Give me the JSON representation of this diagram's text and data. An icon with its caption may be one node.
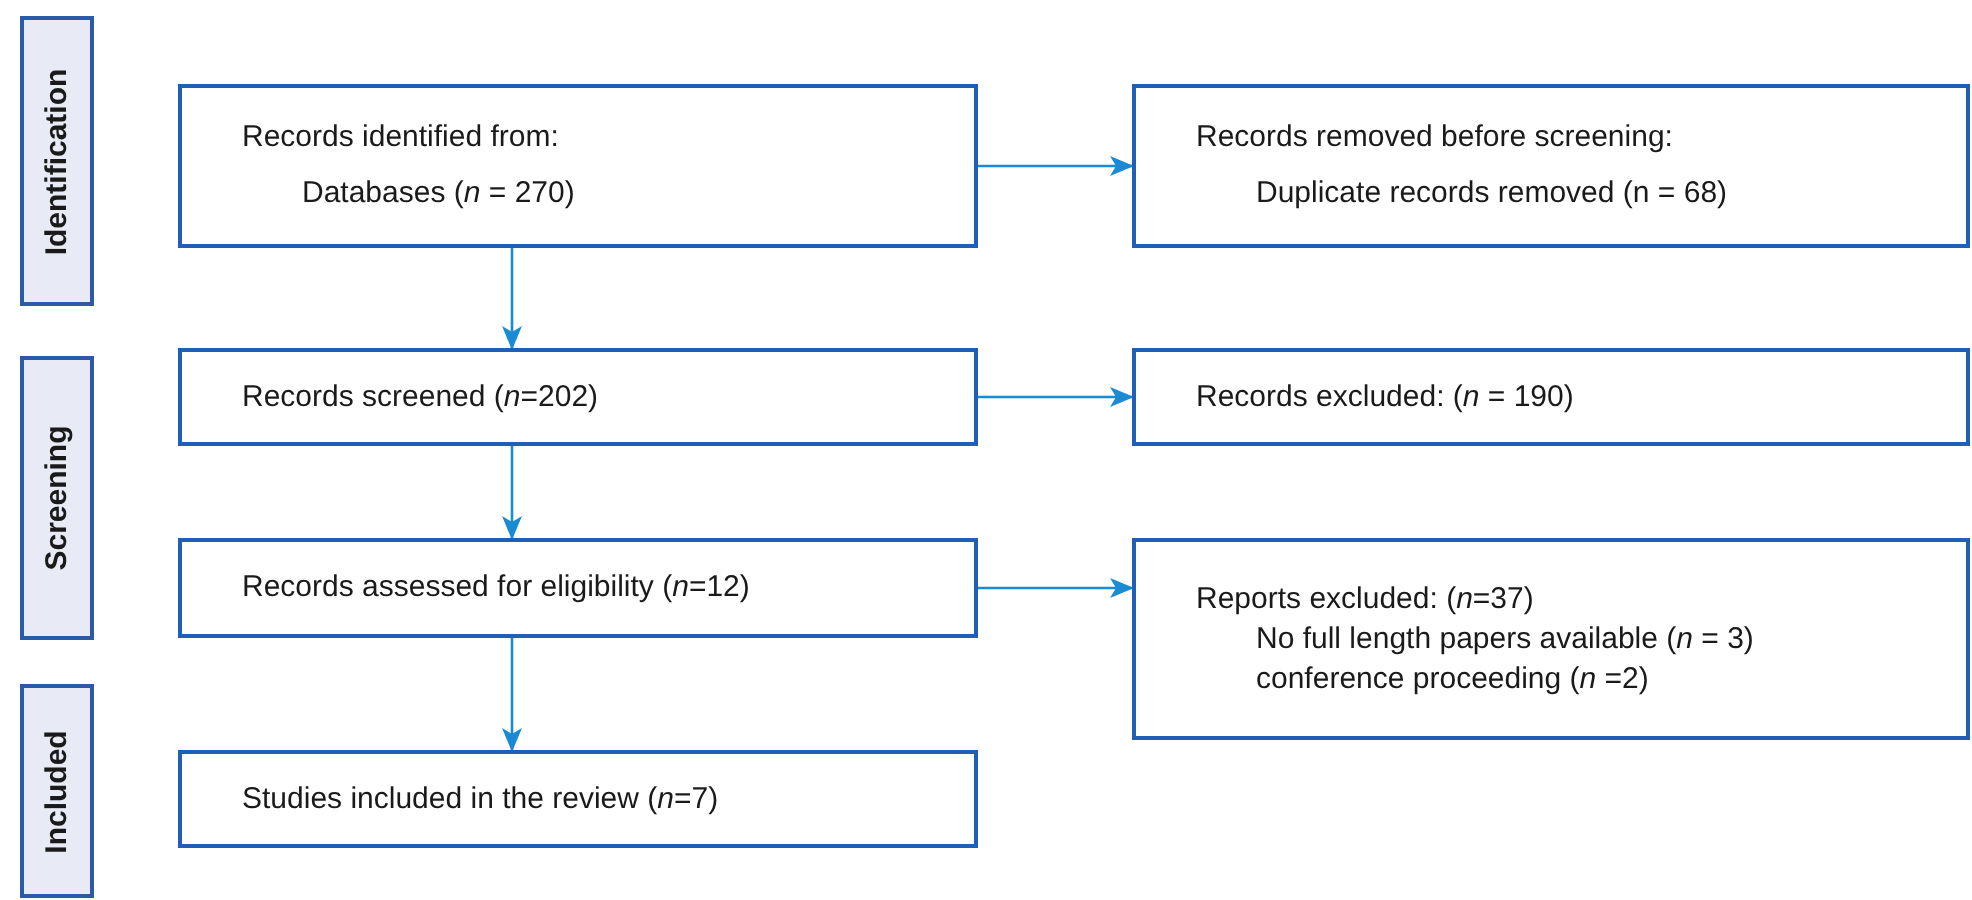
{
  "diagram": {
    "nodes": [
      {
        "text": [
          "Identification"
        ]
      },
      {
        "text": [
          "Screening"
        ]
      },
      {
        "text": [
          "Included"
        ]
      },
      {
        "text": [
          "Records identified from:",
          "Databases (*n* = 270)"
        ]
      },
      {
        "text": [
          "Records removed before screening:",
          "Duplicate records removed (n = 68)"
        ]
      },
      {
        "text": [
          "Records screened (*n*=202)"
        ]
      },
      {
        "text": [
          "Records excluded: (*n* = 190)"
        ]
      },
      {
        "text": [
          "Records assessed for eligibility (*n*=12)"
        ]
      },
      {
        "text": [
          "Reports excluded: (*n*=37)",
          "No full length papers available (*n* = 3)",
          "conference proceeding (*n* =2)"
        ]
      },
      {
        "text": [
          "Studies included in the review (*n*=7)"
        ]
      }
    ],
    "edges": [
      {
        "from": 3,
        "to": 4,
        "arrow": "to"
      },
      {
        "from": 3,
        "to": 5,
        "arrow": "to"
      },
      {
        "from": 5,
        "to": 6,
        "arrow": "to"
      },
      {
        "from": 5,
        "to": 7,
        "arrow": "to"
      },
      {
        "from": 7,
        "to": 8,
        "arrow": "to"
      },
      {
        "from": 7,
        "to": 9,
        "arrow": "to"
      }
    ]
  }
}
